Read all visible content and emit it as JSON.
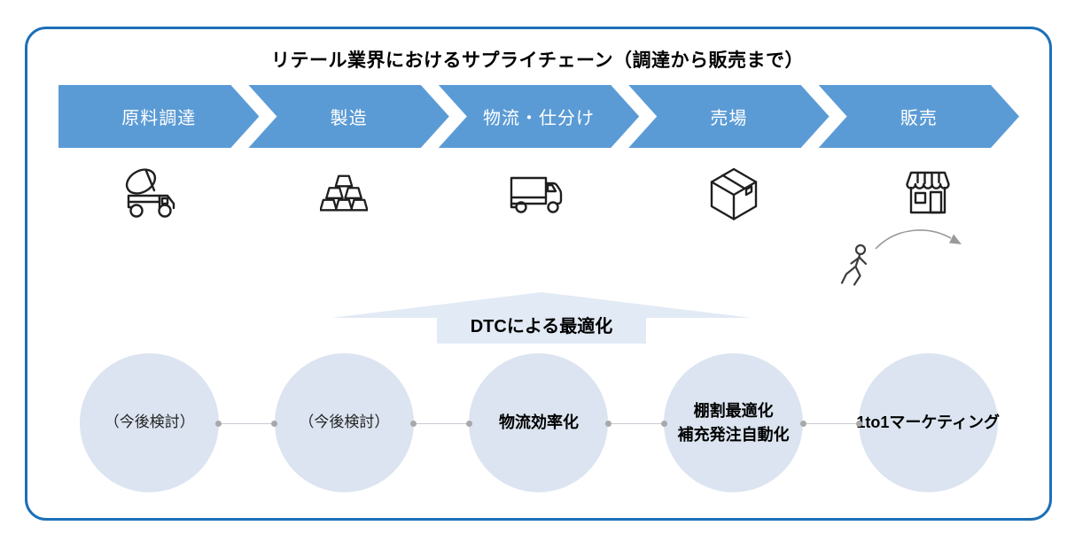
{
  "title": "リテール業界におけるサプライチェーン（調達から販売まで）",
  "stages": [
    {
      "label": "原料調達",
      "icon": "cement-mixer-truck-icon",
      "initiative": "（今後検討）"
    },
    {
      "label": "製造",
      "icon": "gold-ingots-icon",
      "initiative": "（今後検討）"
    },
    {
      "label": "物流・仕分け",
      "icon": "delivery-truck-icon",
      "initiative": "物流効率化"
    },
    {
      "label": "売場",
      "icon": "package-box-icon",
      "initiative": "棚割最適化\n補充発注自動化"
    },
    {
      "label": "販売",
      "icon": "storefront-icon",
      "initiative": "1to1マーケティング"
    }
  ],
  "dtc_arrow": {
    "label": "DTCによる最適化"
  },
  "decorations": {
    "customer_flow_icons": [
      "walking-person-icon",
      "curved-arrow-icon"
    ]
  },
  "colors": {
    "frame_border": "#1C70B8",
    "chevron_blue": "#5B9BD5",
    "chevron_text": "#FFFFFF",
    "arrow_fill": "#E2EAF5",
    "circle_fill": "#DBE4F0",
    "connector_line": "#C8CCD4",
    "connector_dot": "#A8A8A8",
    "icon_stroke": "#1F1F1F",
    "flow_arrow_gray": "#9A9A9A"
  }
}
